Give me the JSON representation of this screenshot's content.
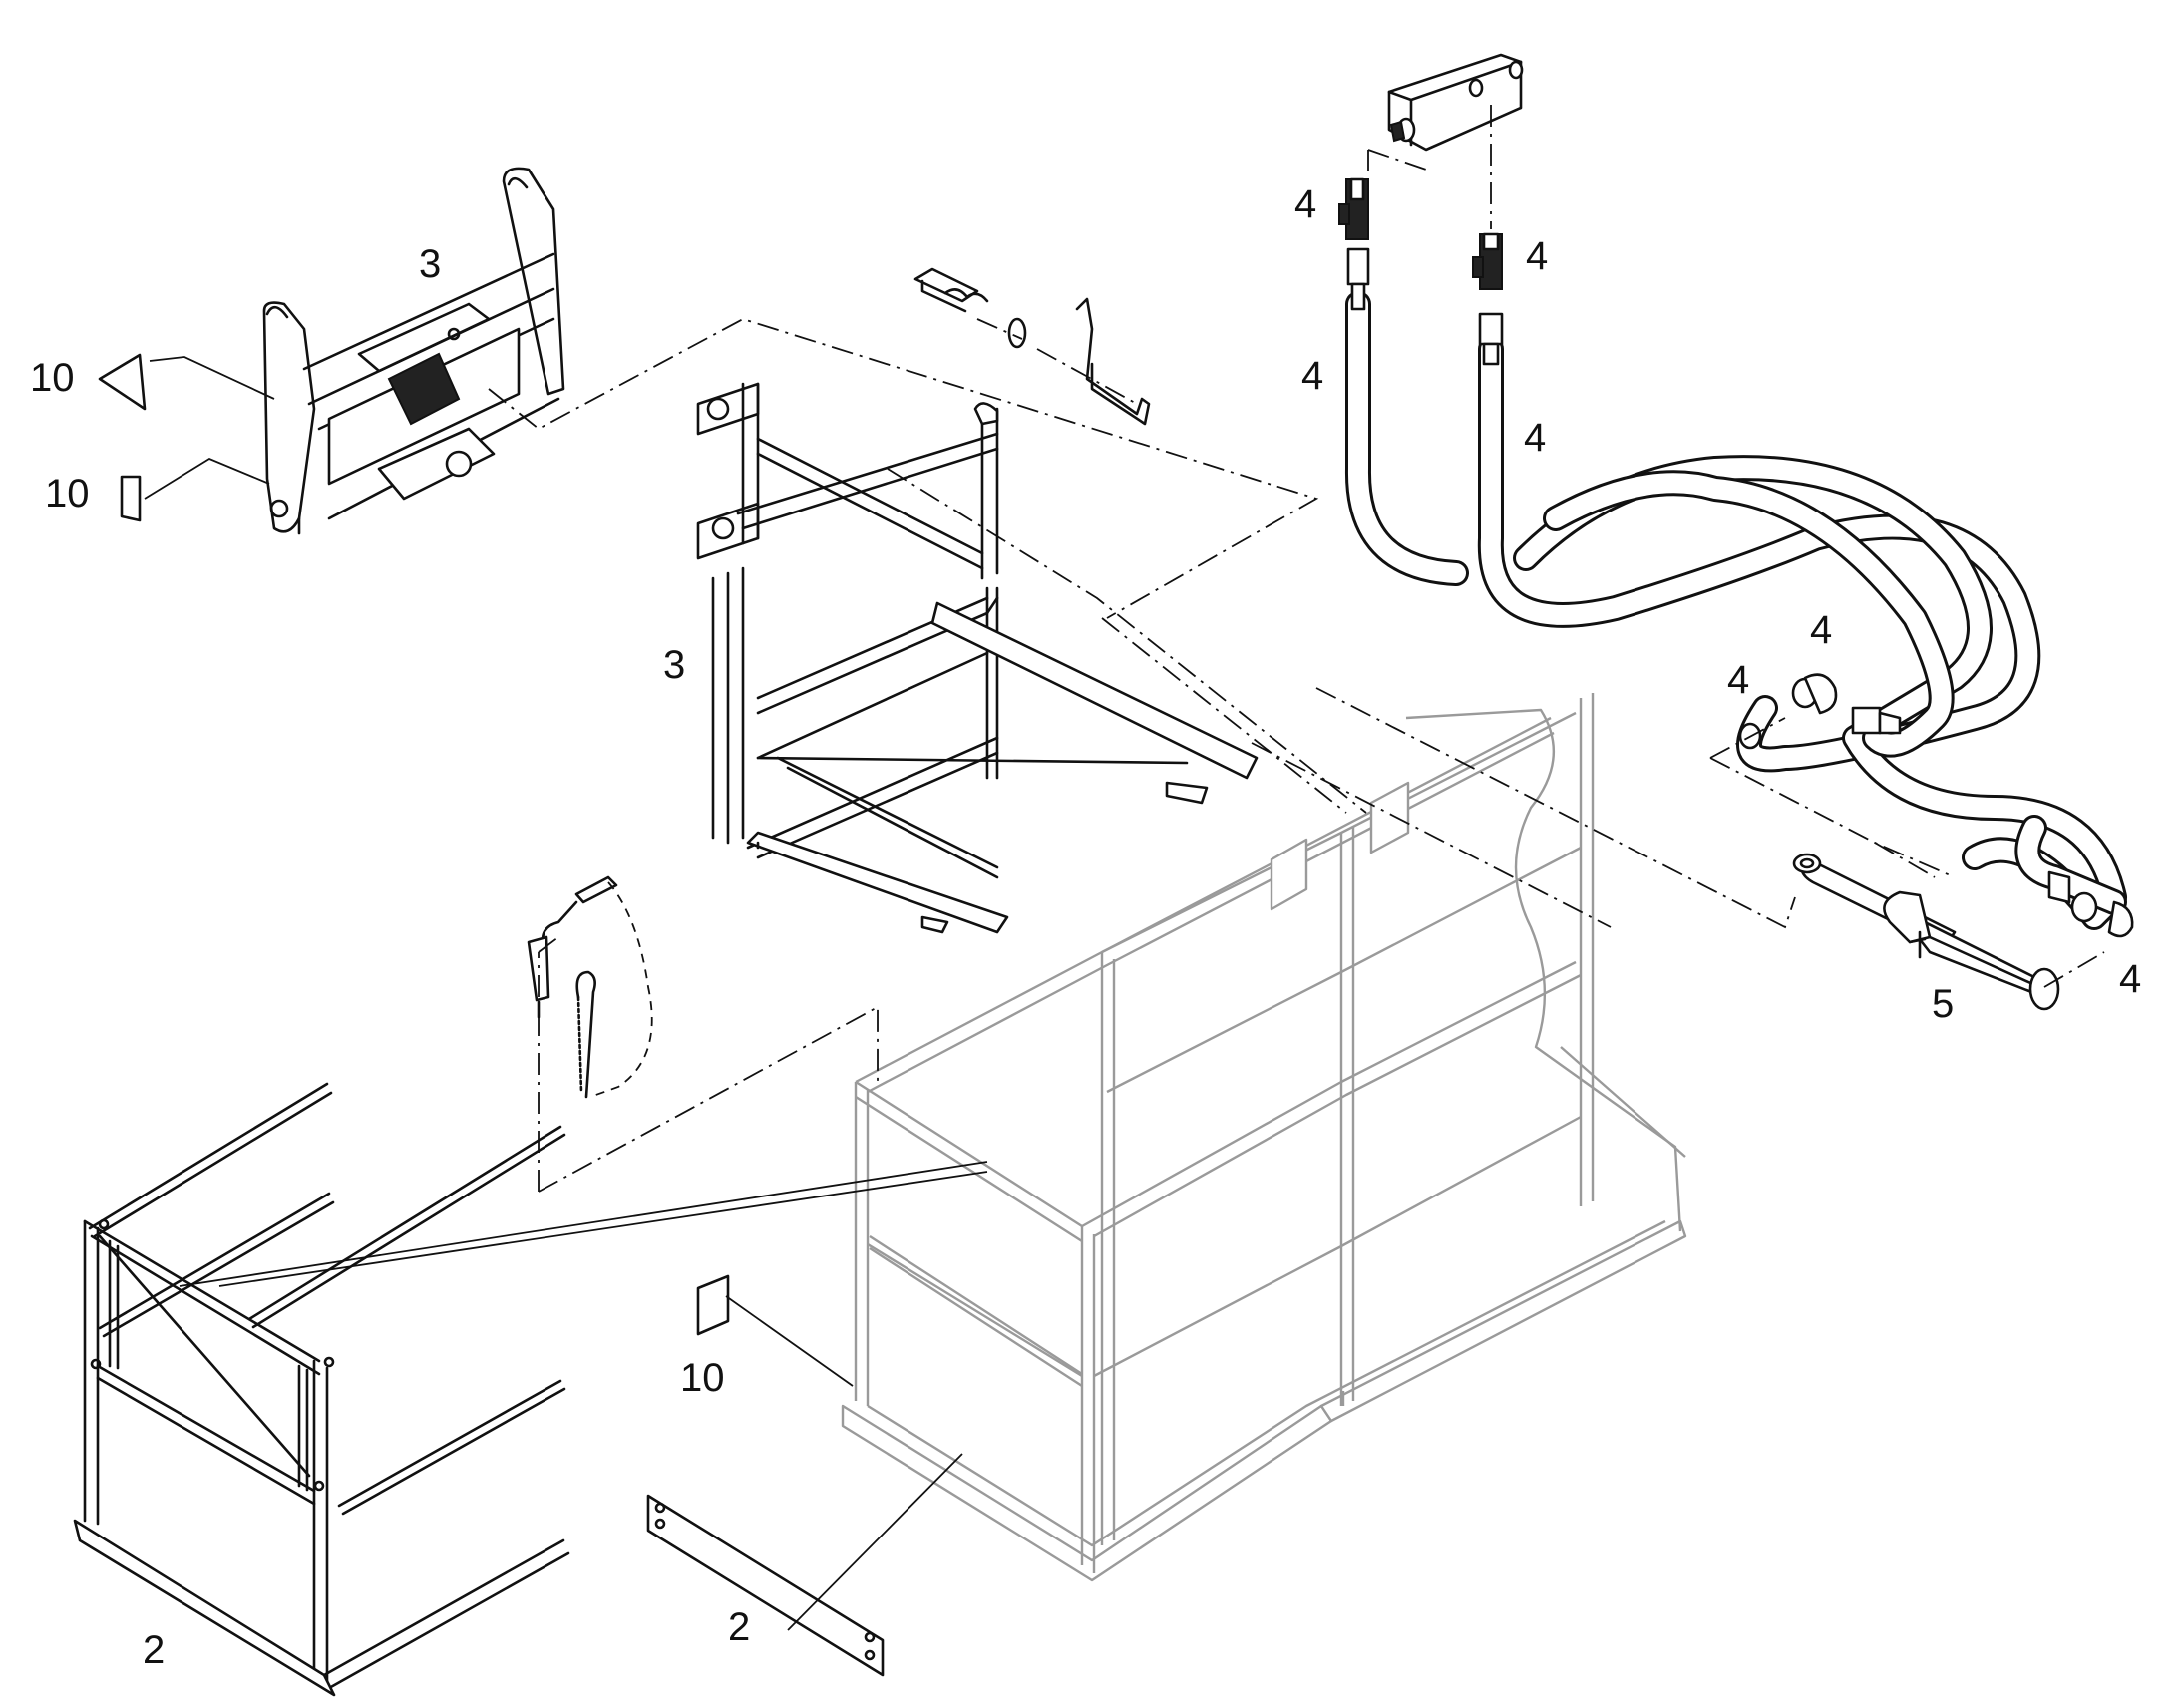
{
  "labels": {
    "callout_3_bracket": "3",
    "callout_3_frame": "3",
    "callout_10_warning": "10",
    "callout_10_decal_top": "10",
    "callout_10_decal_bottom": "10",
    "callout_4_fitting_left": "4",
    "callout_4_fitting_right": "4",
    "callout_4_hose_left": "4",
    "callout_4_hose_right": "4",
    "callout_4_elbow": "4",
    "callout_4_nut": "4",
    "callout_4_end_fitting": "4",
    "callout_5_cylinder": "5",
    "callout_2_side_rail": "2",
    "callout_2_plate": "2"
  }
}
